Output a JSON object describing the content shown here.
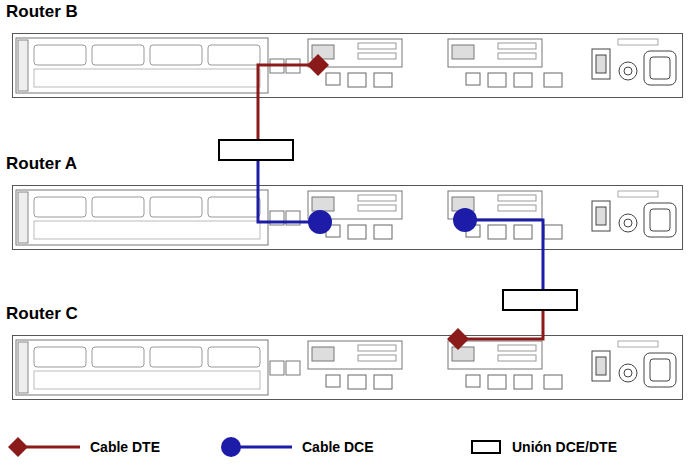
{
  "diagram": {
    "nodes": [
      {
        "text": [
          "Router B"
        ]
      },
      {
        "text": [
          "Router A"
        ]
      },
      {
        "text": [
          "Router C"
        ]
      }
    ],
    "edges": [
      {
        "from": 0,
        "to": 1,
        "arrow": "none"
      },
      {
        "from": 1,
        "to": 2,
        "arrow": "none"
      }
    ],
    "legend": [
      {
        "text": "Cable DTE"
      },
      {
        "text": "Cable DCE"
      },
      {
        "text": "Unión DCE/DTE"
      }
    ]
  }
}
